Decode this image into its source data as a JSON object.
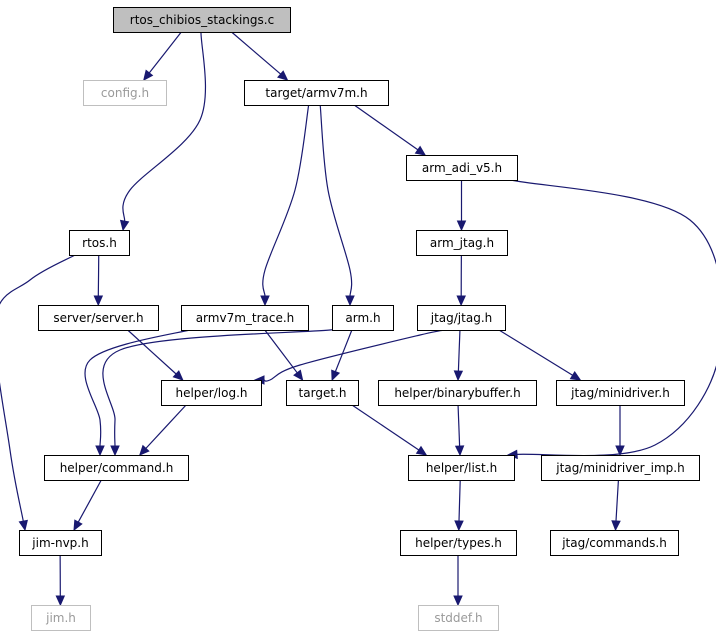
{
  "diagram": {
    "nodes": [
      {
        "id": "root",
        "label": "rtos_chibios_stackings.c",
        "style": "root"
      },
      {
        "id": "config",
        "label": "config.h",
        "style": "ghost"
      },
      {
        "id": "armv7m",
        "label": "target/armv7m.h",
        "style": "normal"
      },
      {
        "id": "rtos",
        "label": "rtos.h",
        "style": "normal"
      },
      {
        "id": "adi",
        "label": "arm_adi_v5.h",
        "style": "normal"
      },
      {
        "id": "armjtag",
        "label": "arm_jtag.h",
        "style": "normal"
      },
      {
        "id": "server",
        "label": "server/server.h",
        "style": "normal"
      },
      {
        "id": "trace",
        "label": "armv7m_trace.h",
        "style": "normal"
      },
      {
        "id": "arm",
        "label": "arm.h",
        "style": "normal"
      },
      {
        "id": "jtag",
        "label": "jtag/jtag.h",
        "style": "normal"
      },
      {
        "id": "log",
        "label": "helper/log.h",
        "style": "normal"
      },
      {
        "id": "target",
        "label": "target.h",
        "style": "normal"
      },
      {
        "id": "binbuf",
        "label": "helper/binarybuffer.h",
        "style": "normal"
      },
      {
        "id": "minidriver",
        "label": "jtag/minidriver.h",
        "style": "normal"
      },
      {
        "id": "command",
        "label": "helper/command.h",
        "style": "normal"
      },
      {
        "id": "list",
        "label": "helper/list.h",
        "style": "normal"
      },
      {
        "id": "minidrvimp",
        "label": "jtag/minidriver_imp.h",
        "style": "normal"
      },
      {
        "id": "jimnvp",
        "label": "jim-nvp.h",
        "style": "normal"
      },
      {
        "id": "types",
        "label": "helper/types.h",
        "style": "normal"
      },
      {
        "id": "commands",
        "label": "jtag/commands.h",
        "style": "normal"
      },
      {
        "id": "jim",
        "label": "jim.h",
        "style": "ghost"
      },
      {
        "id": "stddef",
        "label": "stddef.h",
        "style": "ghost"
      }
    ],
    "edges": [
      {
        "from": "root",
        "to": "config"
      },
      {
        "from": "root",
        "to": "armv7m"
      },
      {
        "from": "root",
        "to": "rtos"
      },
      {
        "from": "armv7m",
        "to": "adi"
      },
      {
        "from": "armv7m",
        "to": "trace"
      },
      {
        "from": "armv7m",
        "to": "arm"
      },
      {
        "from": "adi",
        "to": "armjtag"
      },
      {
        "from": "adi",
        "to": "list"
      },
      {
        "from": "armjtag",
        "to": "jtag"
      },
      {
        "from": "rtos",
        "to": "server"
      },
      {
        "from": "rtos",
        "to": "jimnvp"
      },
      {
        "from": "server",
        "to": "log"
      },
      {
        "from": "trace",
        "to": "target"
      },
      {
        "from": "trace",
        "to": "command"
      },
      {
        "from": "arm",
        "to": "target"
      },
      {
        "from": "arm",
        "to": "command"
      },
      {
        "from": "jtag",
        "to": "log"
      },
      {
        "from": "jtag",
        "to": "binbuf"
      },
      {
        "from": "jtag",
        "to": "minidriver"
      },
      {
        "from": "log",
        "to": "command"
      },
      {
        "from": "target",
        "to": "list"
      },
      {
        "from": "binbuf",
        "to": "list"
      },
      {
        "from": "minidriver",
        "to": "minidrvimp"
      },
      {
        "from": "command",
        "to": "jimnvp"
      },
      {
        "from": "list",
        "to": "types"
      },
      {
        "from": "minidrvimp",
        "to": "commands"
      },
      {
        "from": "jimnvp",
        "to": "jim"
      },
      {
        "from": "types",
        "to": "stddef"
      }
    ]
  }
}
